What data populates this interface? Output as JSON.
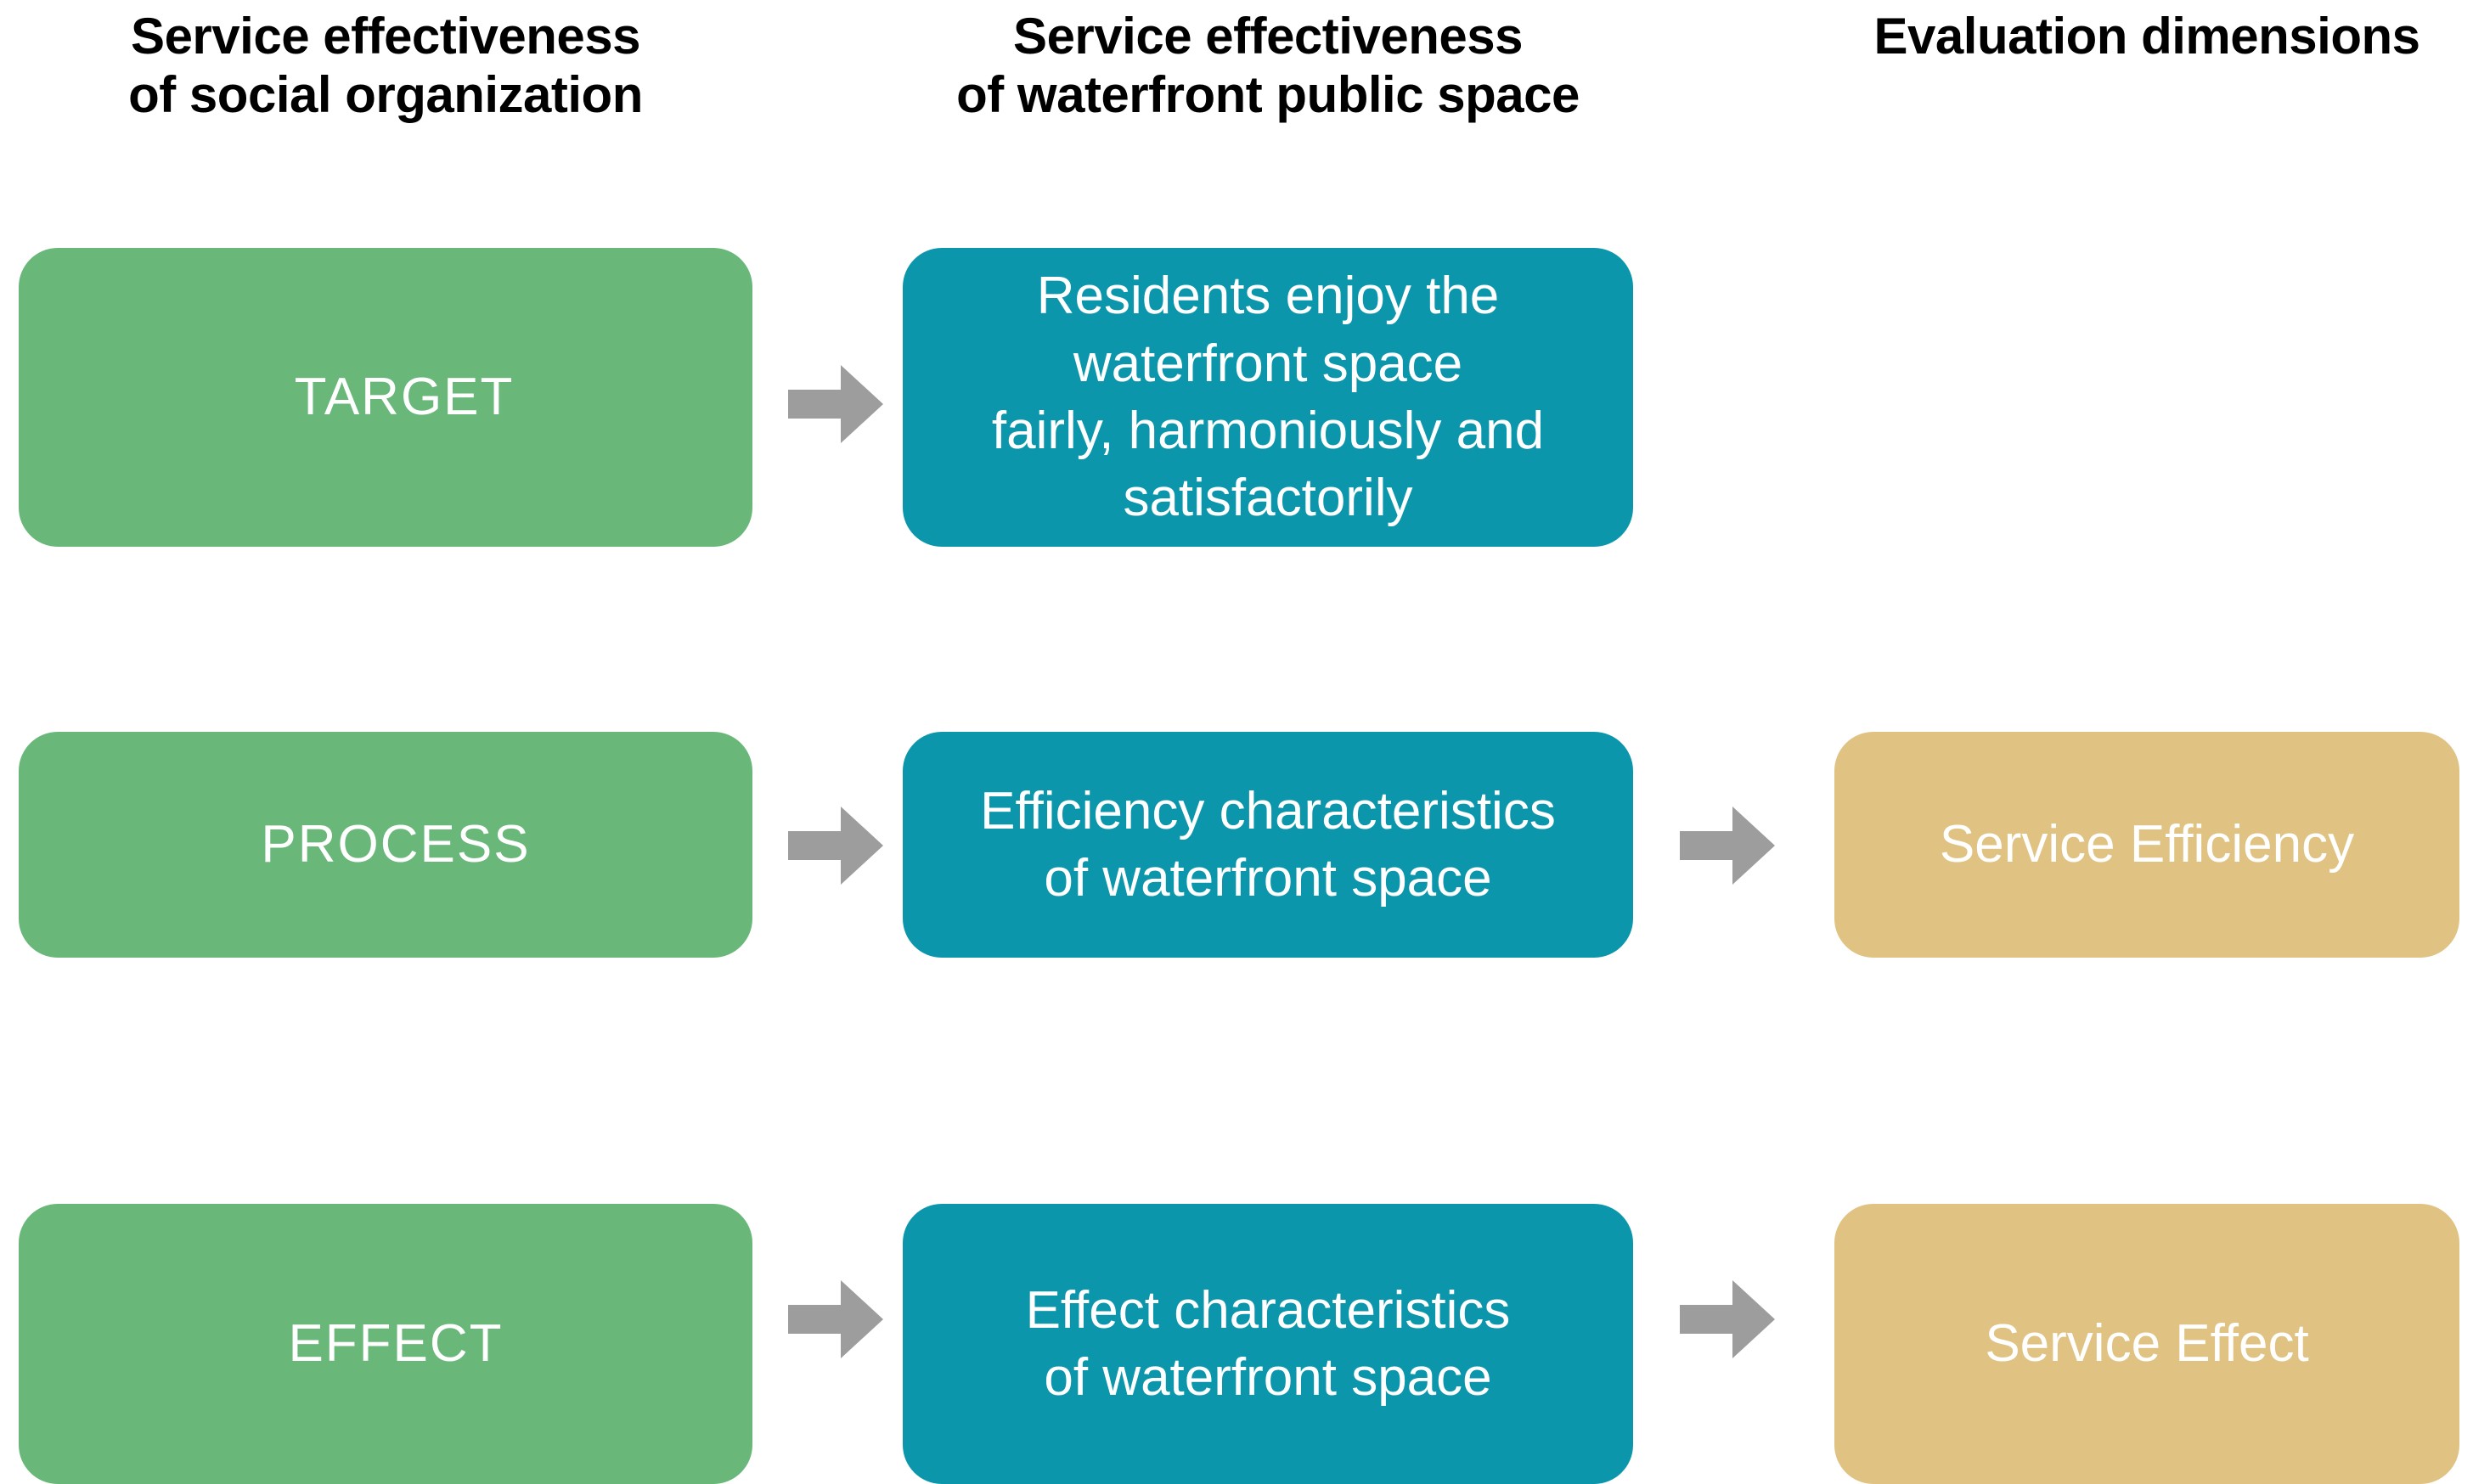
{
  "headers": [
    {
      "id": "col-1",
      "text": "Service effectiveness\nof social organization"
    },
    {
      "id": "col-2",
      "text": "Service effectiveness\nof waterfront public space"
    },
    {
      "id": "col-3",
      "text": "Evaluation dimensions"
    }
  ],
  "colors": {
    "background": "#ffffff",
    "header_text": "#000000",
    "green_box": "#6ab77a",
    "teal_box": "#0c96ab",
    "gold_box": "#e0c382",
    "box_text": "#ffffff",
    "arrow": "#9d9d9d"
  },
  "rows": [
    {
      "id": "row-target",
      "organization": "TARGET",
      "waterfront": "Residents enjoy the\nwaterfront space\nfairly, harmoniously and\nsatisfactorily",
      "dimension": ""
    },
    {
      "id": "row-process",
      "organization": "PROCESS",
      "waterfront": "Efficiency characteristics\nof waterfront space",
      "dimension": "Service Efficiency"
    },
    {
      "id": "row-effect",
      "organization": "EFFECT",
      "waterfront": "Effect characteristics\nof waterfront space",
      "dimension": "Service Effect"
    }
  ],
  "arrows": {
    "icon": "arrow-right-icon",
    "count": 5
  }
}
